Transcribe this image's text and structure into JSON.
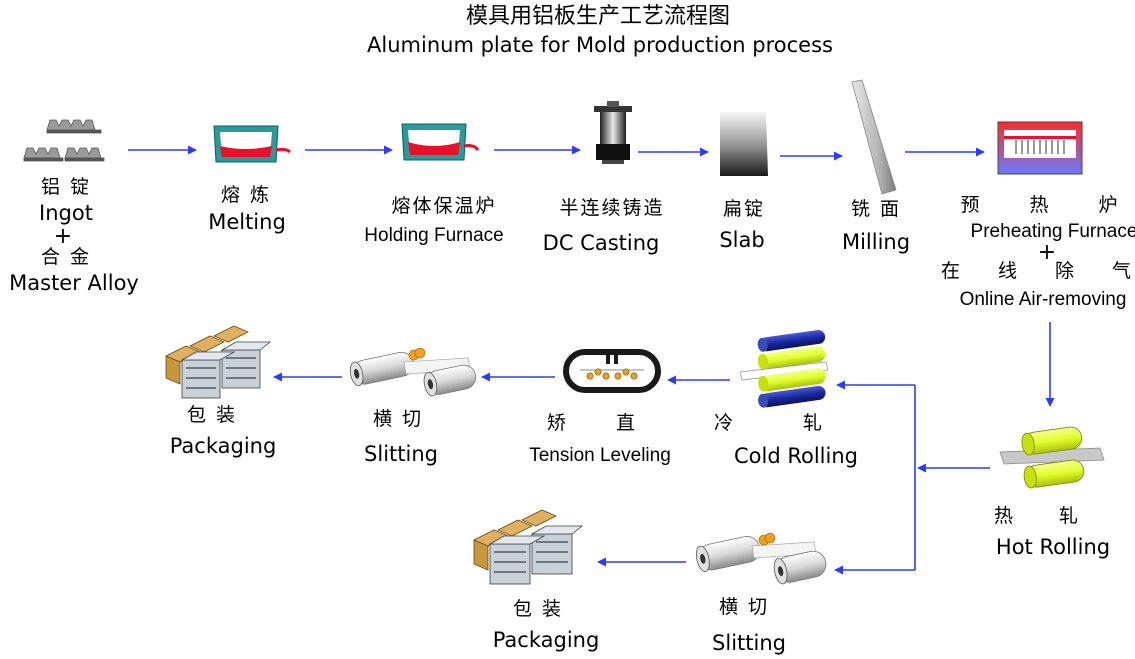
{
  "title": {
    "zh": "模具用铝板生产工艺流程图",
    "en": "Aluminum plate for Mold production process"
  },
  "steps": {
    "ingot": {
      "zh": "铝 锭",
      "en": "Ingot",
      "plus": "+",
      "zh2": "合 金",
      "en2": "Master Alloy"
    },
    "melting": {
      "zh": "熔 炼",
      "en": "Melting"
    },
    "holding": {
      "zh": "熔体保温炉",
      "en": "Holding Furnace"
    },
    "casting": {
      "zh": "半连续铸造",
      "en": "DC Casting"
    },
    "slab": {
      "zh": "扁锭",
      "en": "Slab"
    },
    "milling": {
      "zh": "铣 面",
      "en": "Milling"
    },
    "preheat": {
      "zh": "预 热 炉",
      "en": "Preheating Furnace",
      "plus": "+",
      "zh2": "在 线 除 气",
      "en2": "Online Air-removing"
    },
    "hot_rolling": {
      "zh": "热 轧",
      "en": "Hot Rolling"
    },
    "cold_rolling": {
      "zh": "冷 轧",
      "en": "Cold Rolling"
    },
    "tension": {
      "zh": "矫 直",
      "en": "Tension Leveling"
    },
    "slitting1": {
      "zh": "横 切",
      "en": "Slitting"
    },
    "packaging1": {
      "zh": "包 装",
      "en": "Packaging"
    },
    "slitting2": {
      "zh": "横 切",
      "en": "Slitting"
    },
    "packaging2": {
      "zh": "包 装",
      "en": "Packaging"
    }
  },
  "colors": {
    "arrow": "#2a3cff",
    "molten": "#e8102a",
    "tray": "#2a9a9a",
    "roll_yellow": "#e6ff33",
    "roll_blue": "#1b2a9c",
    "box": "#c8963c"
  }
}
